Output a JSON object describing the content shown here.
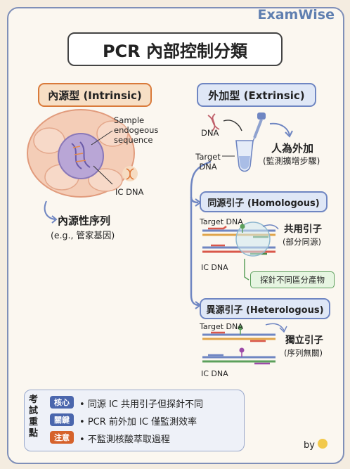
{
  "brand": "ExamWise",
  "title": "PCR 內部控制分類",
  "intrinsic": {
    "label": "內源型 (Intrinsic)",
    "sample_label": "Sample\nendogeous\nsequence",
    "ic_dna": "IC DNA",
    "result_title": "內源性序列",
    "result_sub": "(e.g., 管家基因)"
  },
  "extrinsic": {
    "label": "外加型 (Extrinsic)",
    "dna": "DNA",
    "target_dna": "Target\nDNA",
    "added_title": "人為外加",
    "added_sub": "(監測擴增步驟)"
  },
  "homologous": {
    "label": "同源引子 (Homologous)",
    "target_dna": "Target DNA",
    "ic_dna": "IC DNA",
    "shared_title": "共用引子",
    "shared_sub": "(部分同源)",
    "probe_note": "探針不同區分產物"
  },
  "heterologous": {
    "label": "異源引子 (Heterologous)",
    "target_dna": "Target DNA",
    "ic_dna": "IC DNA",
    "indep_title": "獨立引子",
    "indep_sub": "(序列無關)"
  },
  "key_points": {
    "title": "考試重點",
    "items": [
      {
        "tag": "核心",
        "text": "同源 IC 共用引子但探針不同",
        "color": "#4a66ad"
      },
      {
        "tag": "關鍵",
        "text": "PCR 前外加 IC 僅監測效率",
        "color": "#4a66ad"
      },
      {
        "tag": "注意",
        "text": "不監測核酸萃取過程",
        "color": "#d6622b"
      }
    ]
  },
  "footer": "by"
}
